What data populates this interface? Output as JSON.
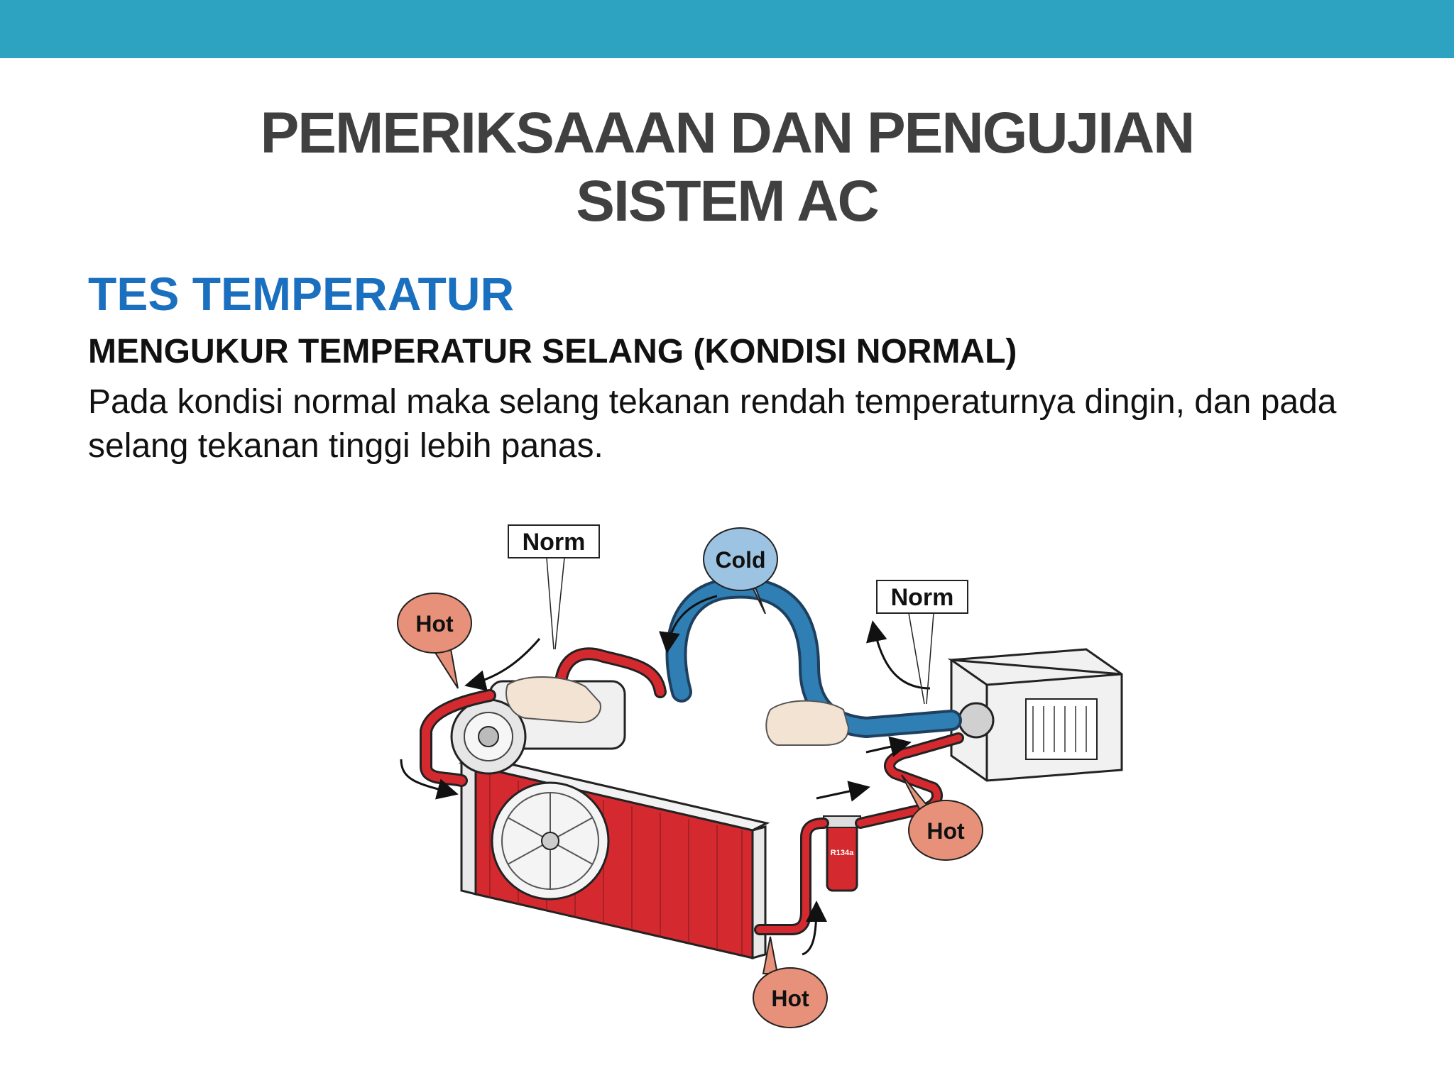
{
  "slide": {
    "title_line1": "PEMERIKSAAAN DAN PENGUJIAN",
    "title_line2": "SISTEM AC",
    "heading": "TES TEMPERATUR",
    "subheading": "MENGUKUR TEMPERATUR SELANG (KONDISI NORMAL)",
    "body": "Pada kondisi normal maka selang tekanan rendah temperaturnya dingin, dan pada selang tekanan tinggi lebih panas."
  },
  "diagram": {
    "labels": {
      "norm_left": "Norm",
      "cold": "Cold",
      "norm_right": "Norm",
      "hot_left": "Hot",
      "hot_right": "Hot",
      "hot_bottom": "Hot",
      "receiver_text": "R134a"
    },
    "colors": {
      "accent_bar": "#2ea3c1",
      "heading_blue": "#1a6fbf",
      "hot_pipe": "#d42a2f",
      "cold_pipe": "#2f7fb4",
      "hot_bubble": "#e8917a",
      "cold_bubble": "#9dc3e3"
    }
  }
}
